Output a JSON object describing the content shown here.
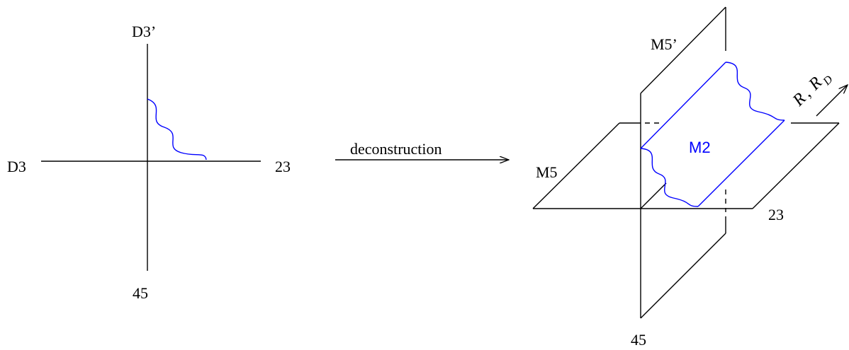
{
  "left_diagram": {
    "label_top": "D3’",
    "label_left": "D3",
    "label_right": "23",
    "label_bottom": "45"
  },
  "arrow": {
    "label": "deconstruction"
  },
  "right_diagram": {
    "label_m5prime": "M5’",
    "label_m5": "M5",
    "label_m2": "M2",
    "label_23": "23",
    "label_45": "45",
    "label_r": "R",
    "label_comma": ",",
    "label_rd_main": "R",
    "label_rd_sub": "D"
  },
  "colors": {
    "line": "#000000",
    "accent": "#0000ff"
  }
}
